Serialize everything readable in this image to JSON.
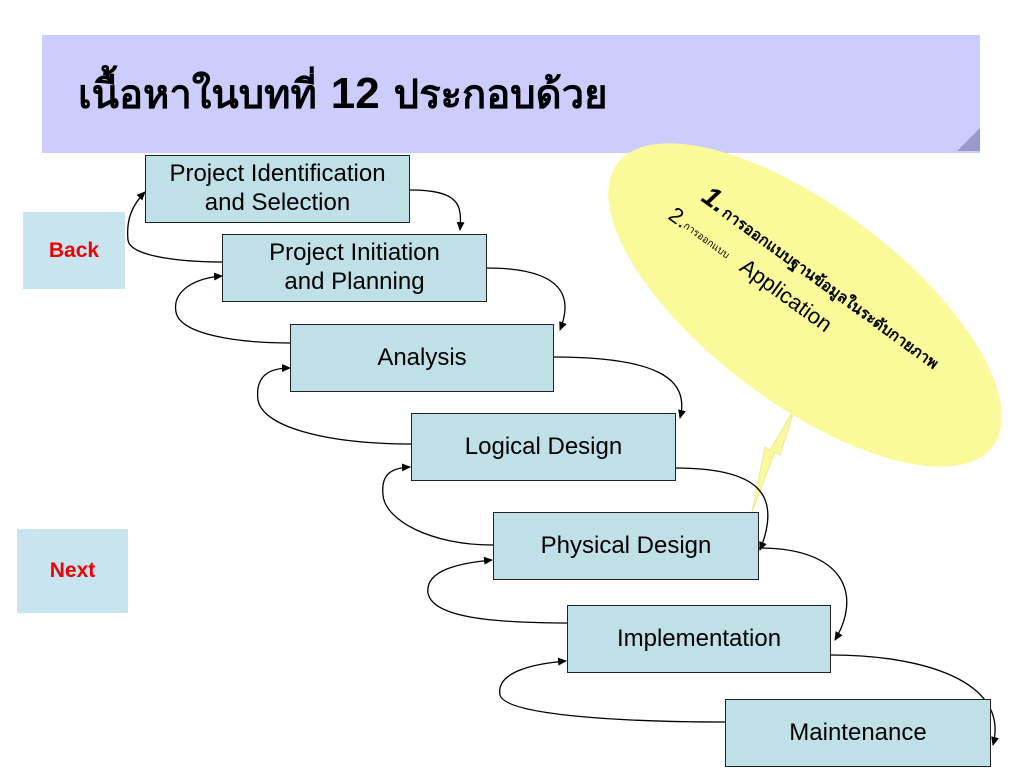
{
  "title": {
    "prefix": "เนื้อหาในบทที่ ",
    "number": "12",
    "suffix": " ประกอบด้วย"
  },
  "nav": {
    "back_label": "Back",
    "next_label": "Next",
    "label_color": "#ee0000"
  },
  "steps": [
    {
      "line1": "Project Identification",
      "line2": "and Selection"
    },
    {
      "line1": "Project Initiation",
      "line2": "and Planning"
    },
    {
      "line1": "Analysis",
      "line2": ""
    },
    {
      "line1": "Logical Design",
      "line2": ""
    },
    {
      "line1": "Physical Design",
      "line2": ""
    },
    {
      "line1": "Implementation",
      "line2": ""
    },
    {
      "line1": "Maintenance",
      "line2": ""
    }
  ],
  "callout": {
    "item1_num": "1.",
    "item1_text": "การออกแบบฐานข้อมูลในระดับกายภาพ",
    "item2_num": "2.",
    "item2_prefix": "การออกแบบ",
    "item2_text": "Application",
    "fill": "#fafa9a"
  },
  "colors": {
    "banner": "#ccccff",
    "step_fill": "#bfe0e6",
    "nav_fill": "#c8e4ee"
  }
}
